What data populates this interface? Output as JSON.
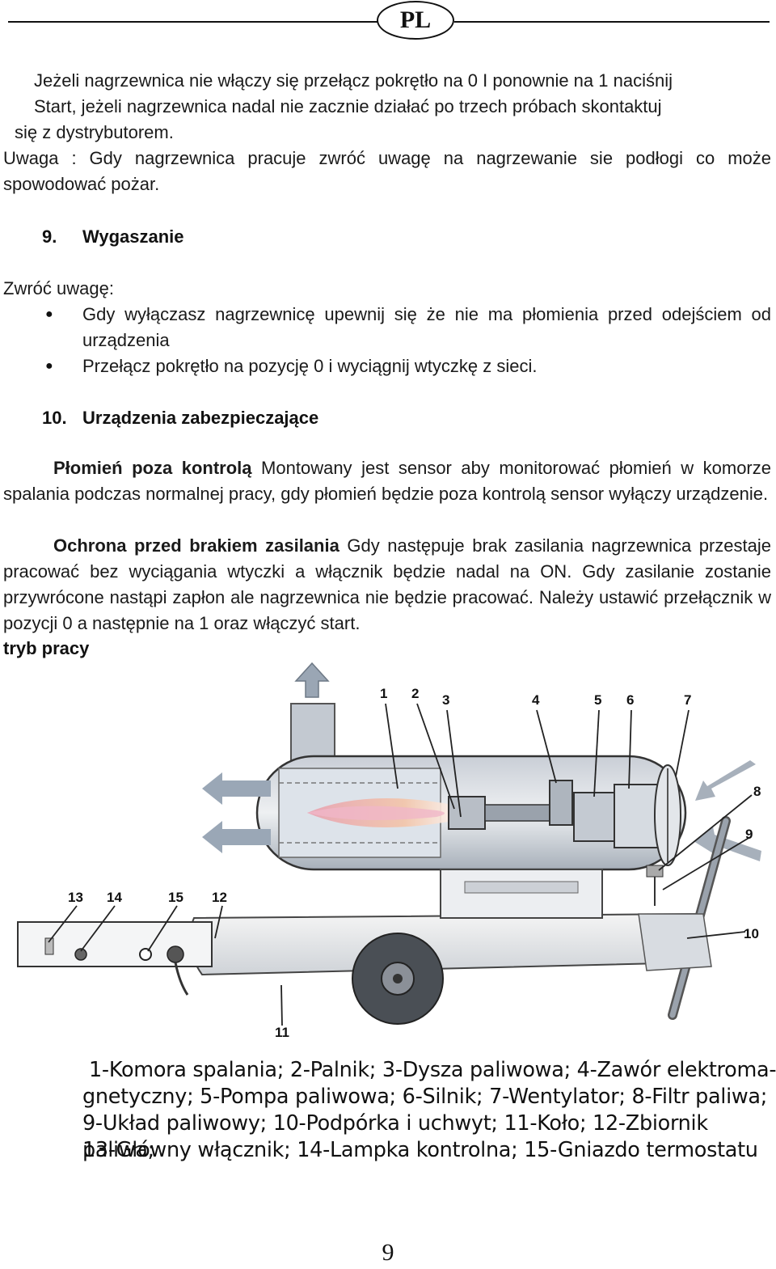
{
  "header": {
    "lang_badge": "PL"
  },
  "intro": {
    "p1_l1": "Jeżeli nagrzewnica nie włączy się przełącz pokrętło na 0 I ponownie na 1 naciśnij",
    "p1_l2": "Start, jeżeli nagrzewnica nadal nie zacznie działać po trzech próbach skontaktuj",
    "p1_l3": "się z dystrybutorem.",
    "p2": "Uwaga : Gdy nagrzewnica pracuje zwróć uwagę na nagrzewanie sie podłogi co może spowodować pożar."
  },
  "section9": {
    "number": "9.",
    "title": "Wygaszanie",
    "intro": "Zwróć uwagę:",
    "bullets": [
      "Gdy wyłączasz nagrzewnicę upewnij się że nie ma płomienia przed odejściem od urządzenia",
      "Przełącz pokrętło na pozycję 0 i wyciągnij wtyczkę z sieci."
    ]
  },
  "section10": {
    "number": "10.",
    "title": "Urządzenia zabezpieczające",
    "p1_bold": "Płomień poza kontrolą",
    "p1_text": " Montowany jest sensor aby monitorować płomień w komorze spalania podczas normalnej pracy, gdy płomień będzie poza kontrolą sensor wyłączy urządzenie.",
    "p2_bold": "Ochrona przed brakiem zasilania",
    "p2_text": " Gdy następuje brak zasilania nagrzewnica przestaje pracować bez wyciągania wtyczki a włącznik będzie nadal na ON. Gdy zasilanie zostanie przywrócone nastąpi zapłon ale nagrzewnica nie będzie pracować. Należy ustawić przełącznik w pozycji 0 a następnie na 1 oraz włączyć start.",
    "mode_label": "tryb pracy"
  },
  "diagram": {
    "callouts": [
      "1",
      "2",
      "3",
      "4",
      "5",
      "6",
      "7",
      "8",
      "9",
      "10",
      "11",
      "12",
      "13",
      "14",
      "15"
    ]
  },
  "caption": {
    "line1": "1-Komora spalania; 2-Palnik; 3-Dysza paliwowa; 4-Zawór elektroma-",
    "line2": "gnetyczny; 5-Pompa paliwowa; 6-Silnik; 7-Wentylator; 8-Filtr paliwa;",
    "line3": "9-Układ paliwowy; 10-Podpórka i uchwyt; 11-Koło; 12-Zbiornik paliwa;",
    "line4": "13-Główny włącznik; 14-Lampka kontrolna; 15-Gniazdo termostatu"
  },
  "footer": {
    "page_number": "9"
  }
}
